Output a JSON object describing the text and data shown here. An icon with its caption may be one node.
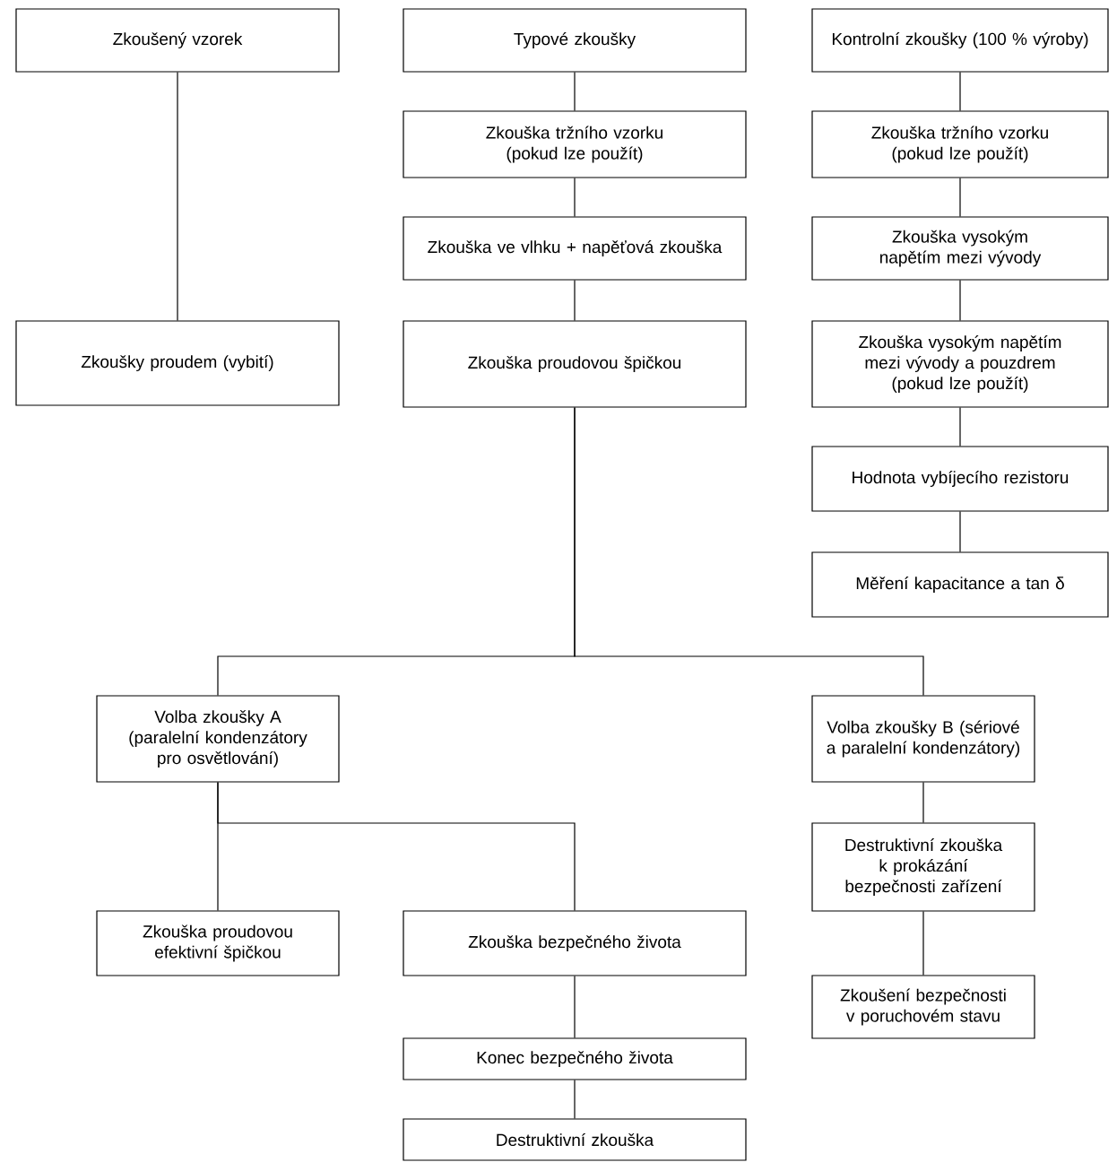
{
  "diagram": {
    "nodes": [
      {
        "text": [
          "Zkoušený vzorek"
        ]
      },
      {
        "text": [
          "Zkoušky proudem (vybití)"
        ]
      },
      {
        "text": [
          "Typové zkoušky"
        ]
      },
      {
        "text": [
          "Zkouška tržního vzorku (pokud lze použít)"
        ]
      },
      {
        "text": [
          "Zkouška ve vlhku + napěťová zkouška"
        ]
      },
      {
        "text": [
          "Zkouška proudovou špičkou"
        ]
      },
      {
        "text": [
          "Kontrolní zkoušky (100 % výroby)"
        ]
      },
      {
        "text": [
          "Zkouška tržního vzorku (pokud lze použít)"
        ]
      },
      {
        "text": [
          "Zkouška vysokým napětím mezi vývody"
        ]
      },
      {
        "text": [
          "Zkouška vysokým napětím mezi vývody a pouzdrem (pokud lze použít)"
        ]
      },
      {
        "text": [
          "Hodnota vybíjecího rezistoru"
        ]
      },
      {
        "text": [
          "Měření kapacitance a tan δ"
        ]
      },
      {
        "text": [
          "Volba zkoušky A (paralelní kondenzátory pro osvětlování)"
        ]
      },
      {
        "text": [
          "Volba zkoušky B (sériové a paralelní kondenzátory)"
        ]
      },
      {
        "text": [
          "Zkouška proudovou efektivní špičkou"
        ]
      },
      {
        "text": [
          "Zkouška bezpečného života"
        ]
      },
      {
        "text": [
          "Destruktivní zkouška k prokázání bezpečnosti zařízení"
        ]
      },
      {
        "text": [
          "Zkoušení bezpečnosti v poruchovém stavu"
        ]
      },
      {
        "text": [
          "Konec bezpečného života"
        ]
      },
      {
        "text": [
          "Destruktivní zkouška"
        ]
      }
    ],
    "edges": [
      {
        "from": 0,
        "to": 1,
        "arrow": "none"
      },
      {
        "from": 2,
        "to": 3,
        "arrow": "none"
      },
      {
        "from": 3,
        "to": 4,
        "arrow": "none"
      },
      {
        "from": 4,
        "to": 5,
        "arrow": "none"
      },
      {
        "from": 6,
        "to": 7,
        "arrow": "none"
      },
      {
        "from": 7,
        "to": 8,
        "arrow": "none"
      },
      {
        "from": 8,
        "to": 9,
        "arrow": "none"
      },
      {
        "from": 9,
        "to": 10,
        "arrow": "none"
      },
      {
        "from": 10,
        "to": 11,
        "arrow": "none"
      },
      {
        "from": 5,
        "to": 12,
        "arrow": "none"
      },
      {
        "from": 5,
        "to": 13,
        "arrow": "none"
      },
      {
        "from": 12,
        "to": 14,
        "arrow": "none"
      },
      {
        "from": 12,
        "to": 15,
        "arrow": "none"
      },
      {
        "from": 13,
        "to": 16,
        "arrow": "none"
      },
      {
        "from": 16,
        "to": 17,
        "arrow": "none"
      },
      {
        "from": 15,
        "to": 18,
        "arrow": "none"
      },
      {
        "from": 18,
        "to": 19,
        "arrow": "none"
      }
    ]
  }
}
